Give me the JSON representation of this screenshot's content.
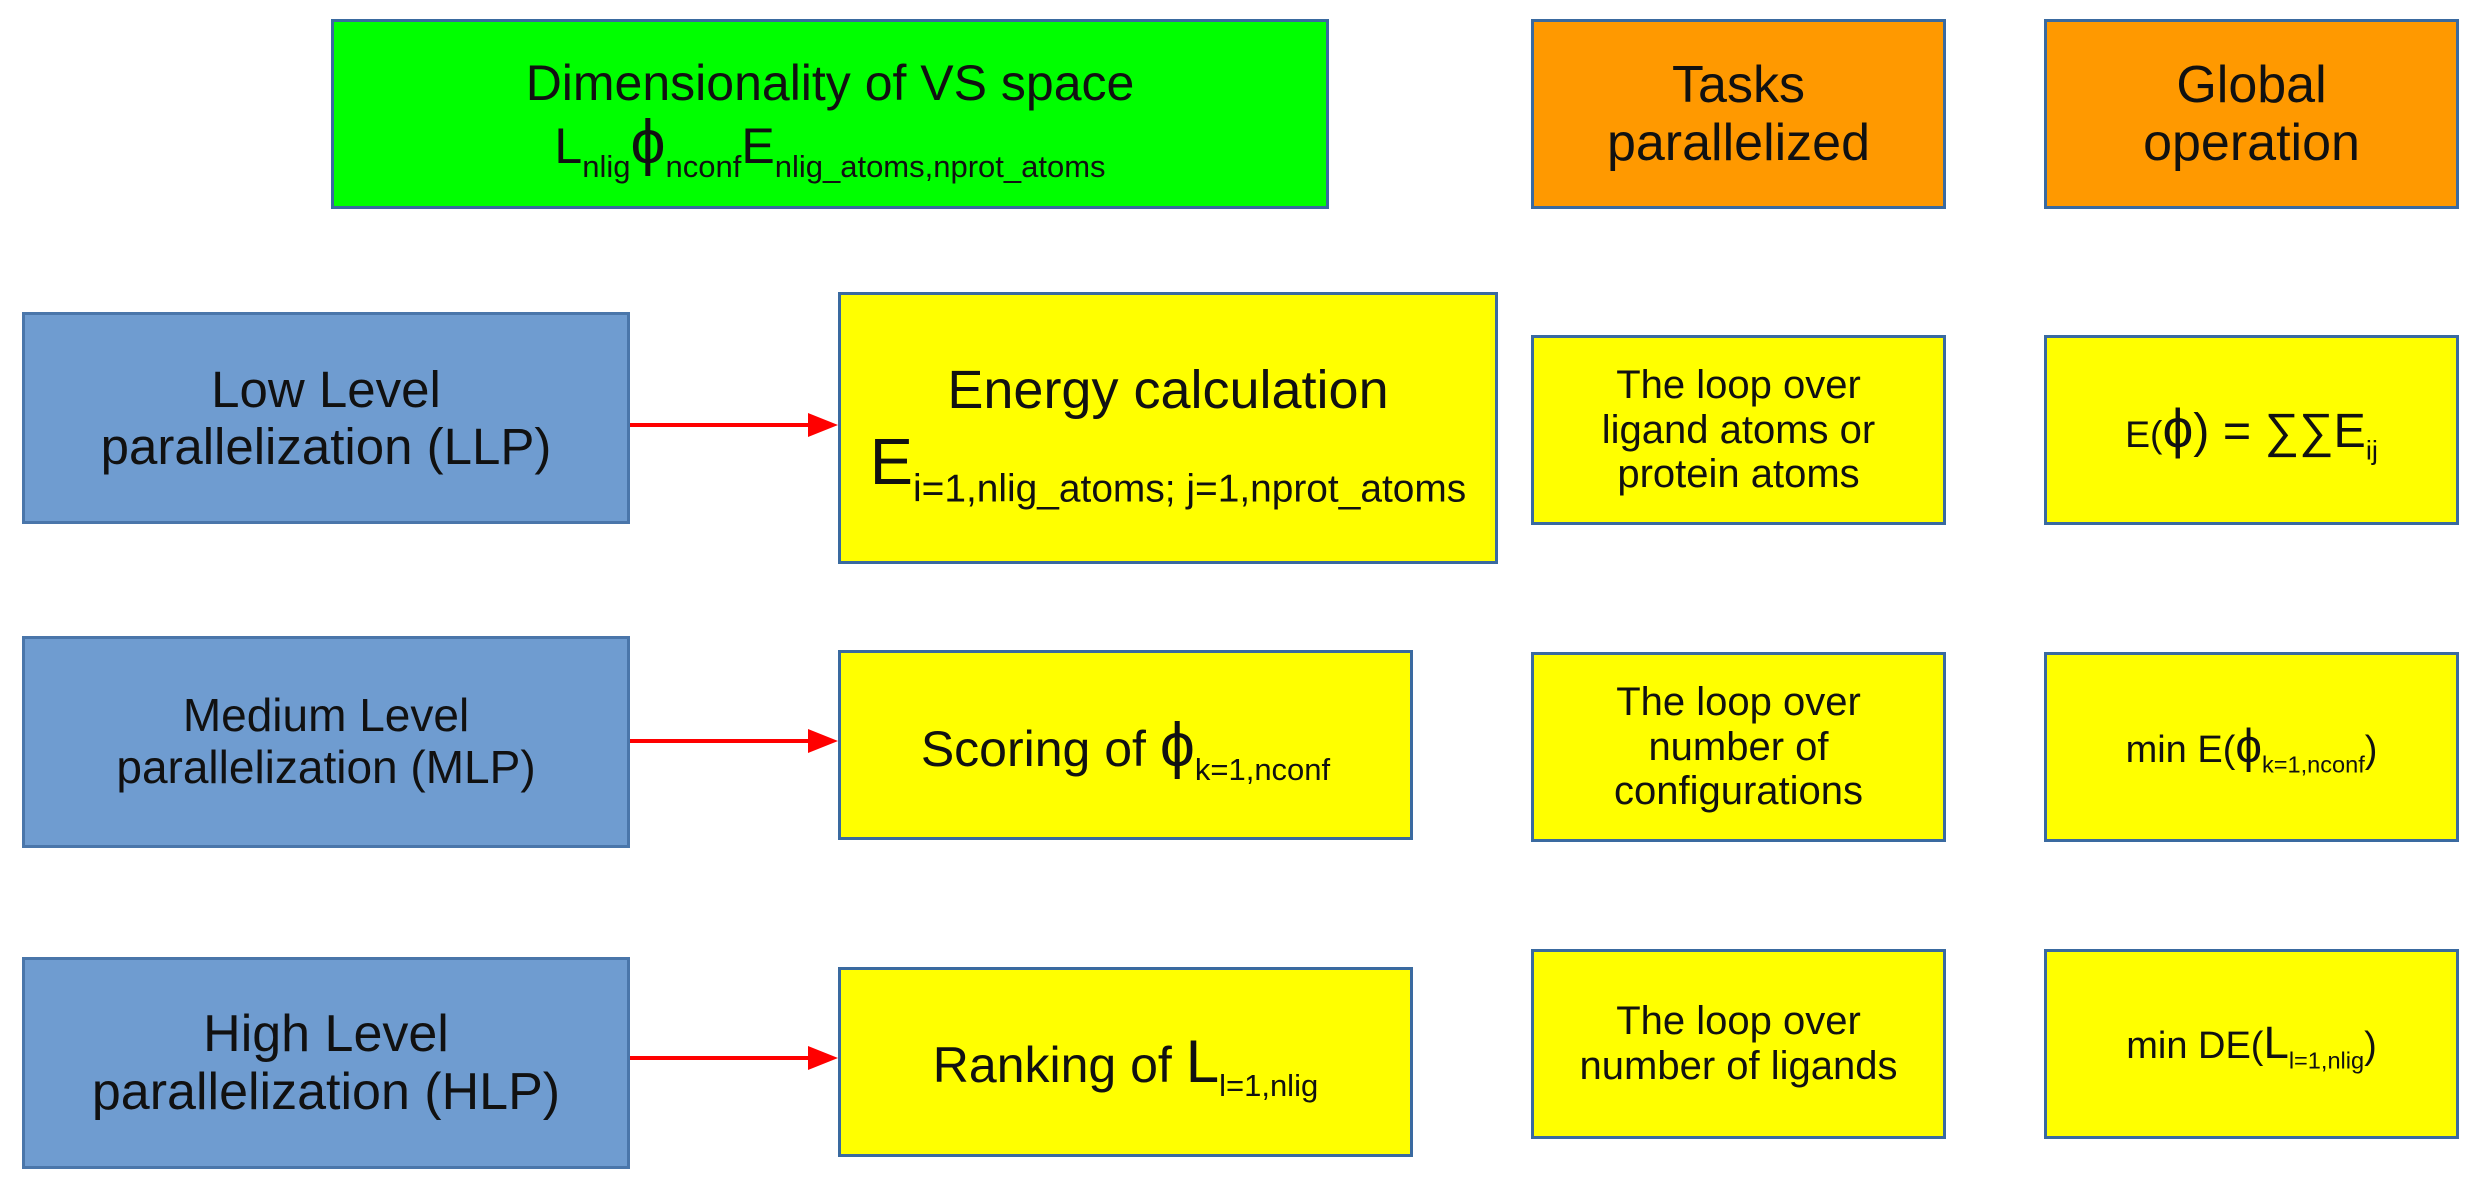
{
  "header": {
    "dimensionality_title": "Dimensionality of  VS space",
    "formula": {
      "L": "L",
      "L_sub": "nlig",
      "phi": "ϕ",
      "phi_sub": "nconf",
      "E": "E",
      "E_sub": "nlig_atoms,nprot_atoms"
    },
    "tasks_line1": "Tasks",
    "tasks_line2": "parallelized",
    "global_line1": "Global",
    "global_line2": "operation"
  },
  "rows": [
    {
      "level_line1": "Low Level",
      "level_line2": "parallelization (LLP)",
      "op_line1": "Energy calculation",
      "op_E": "E",
      "op_E_sub": "i=1,nlig_atoms; j=1,nprot_atoms",
      "task_line1": "The loop over",
      "task_line2": "ligand atoms or",
      "task_line3": "protein atoms",
      "global_prefix": "E(",
      "global_phi": "ϕ",
      "global_mid": ") = ∑∑E",
      "global_sub": "ij"
    },
    {
      "level_line1": "Medium Level",
      "level_line2": "parallelization (MLP)",
      "op_prefix": "Scoring of ",
      "op_phi": "ϕ",
      "op_sub": "k=1,nconf",
      "task_line1": "The loop over",
      "task_line2": "number of",
      "task_line3": "configurations",
      "global_prefix": "min E(",
      "global_phi": "ϕ",
      "global_sub": "k=1,nconf",
      "global_suffix": ")"
    },
    {
      "level_line1": "High Level",
      "level_line2": "parallelization (HLP)",
      "op_prefix": "Ranking of ",
      "op_L": "L",
      "op_sub": "l=1,nlig",
      "task_line1": "The loop over",
      "task_line2": "number of ligands",
      "global_prefix": "min DE(",
      "global_L": "L",
      "global_sub": "l=1,nlig",
      "global_suffix": ")"
    }
  ],
  "colors": {
    "header_dimensionality": "#00ff00",
    "header_columns": "#ff9900",
    "levels": "#6f9cd0",
    "operations": "#ffff00",
    "arrows": "#ff0000"
  }
}
